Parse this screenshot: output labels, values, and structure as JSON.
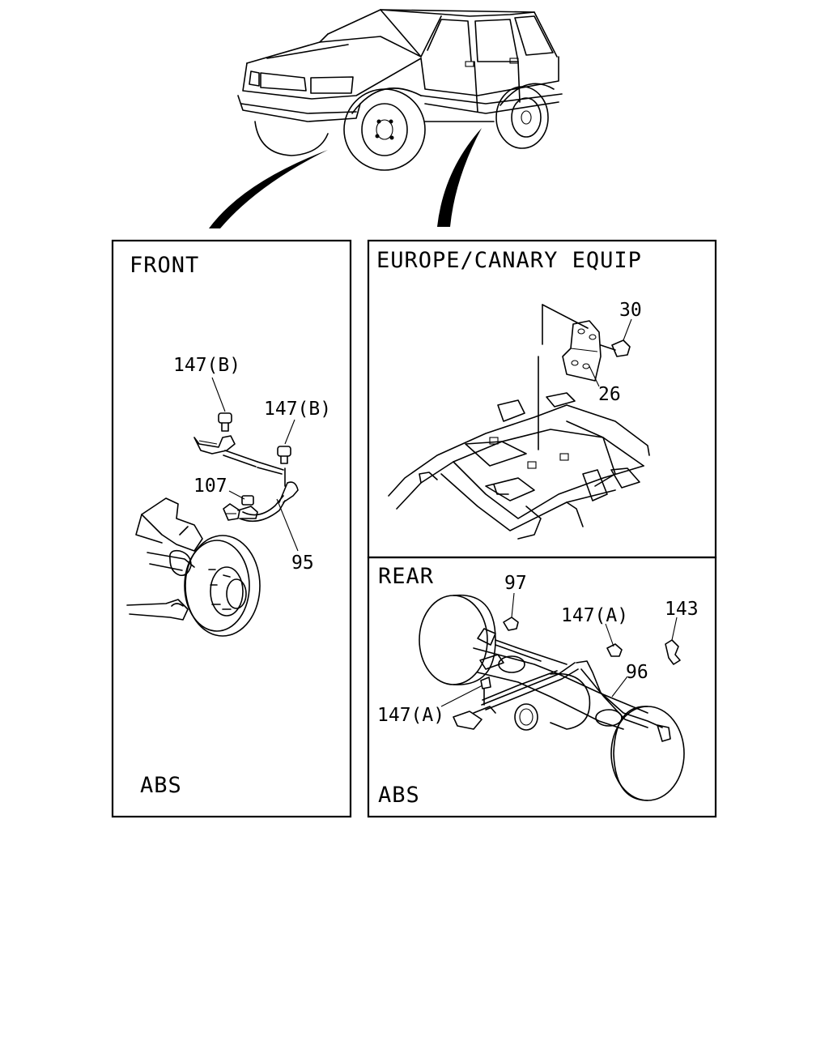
{
  "panels": {
    "front": {
      "title": "FRONT",
      "footer": "ABS",
      "callouts": {
        "c147b_left": "147(B)",
        "c147b_right": "147(B)",
        "c107": "107",
        "c95": "95"
      }
    },
    "europe": {
      "title": "EUROPE/CANARY EQUIP",
      "callouts": {
        "c30": "30",
        "c26": "26"
      }
    },
    "rear": {
      "title": "REAR",
      "footer": "ABS",
      "callouts": {
        "c97": "97",
        "c147a_top": "147(A)",
        "c143": "143",
        "c96": "96",
        "c147a_left": "147(A)"
      }
    }
  }
}
